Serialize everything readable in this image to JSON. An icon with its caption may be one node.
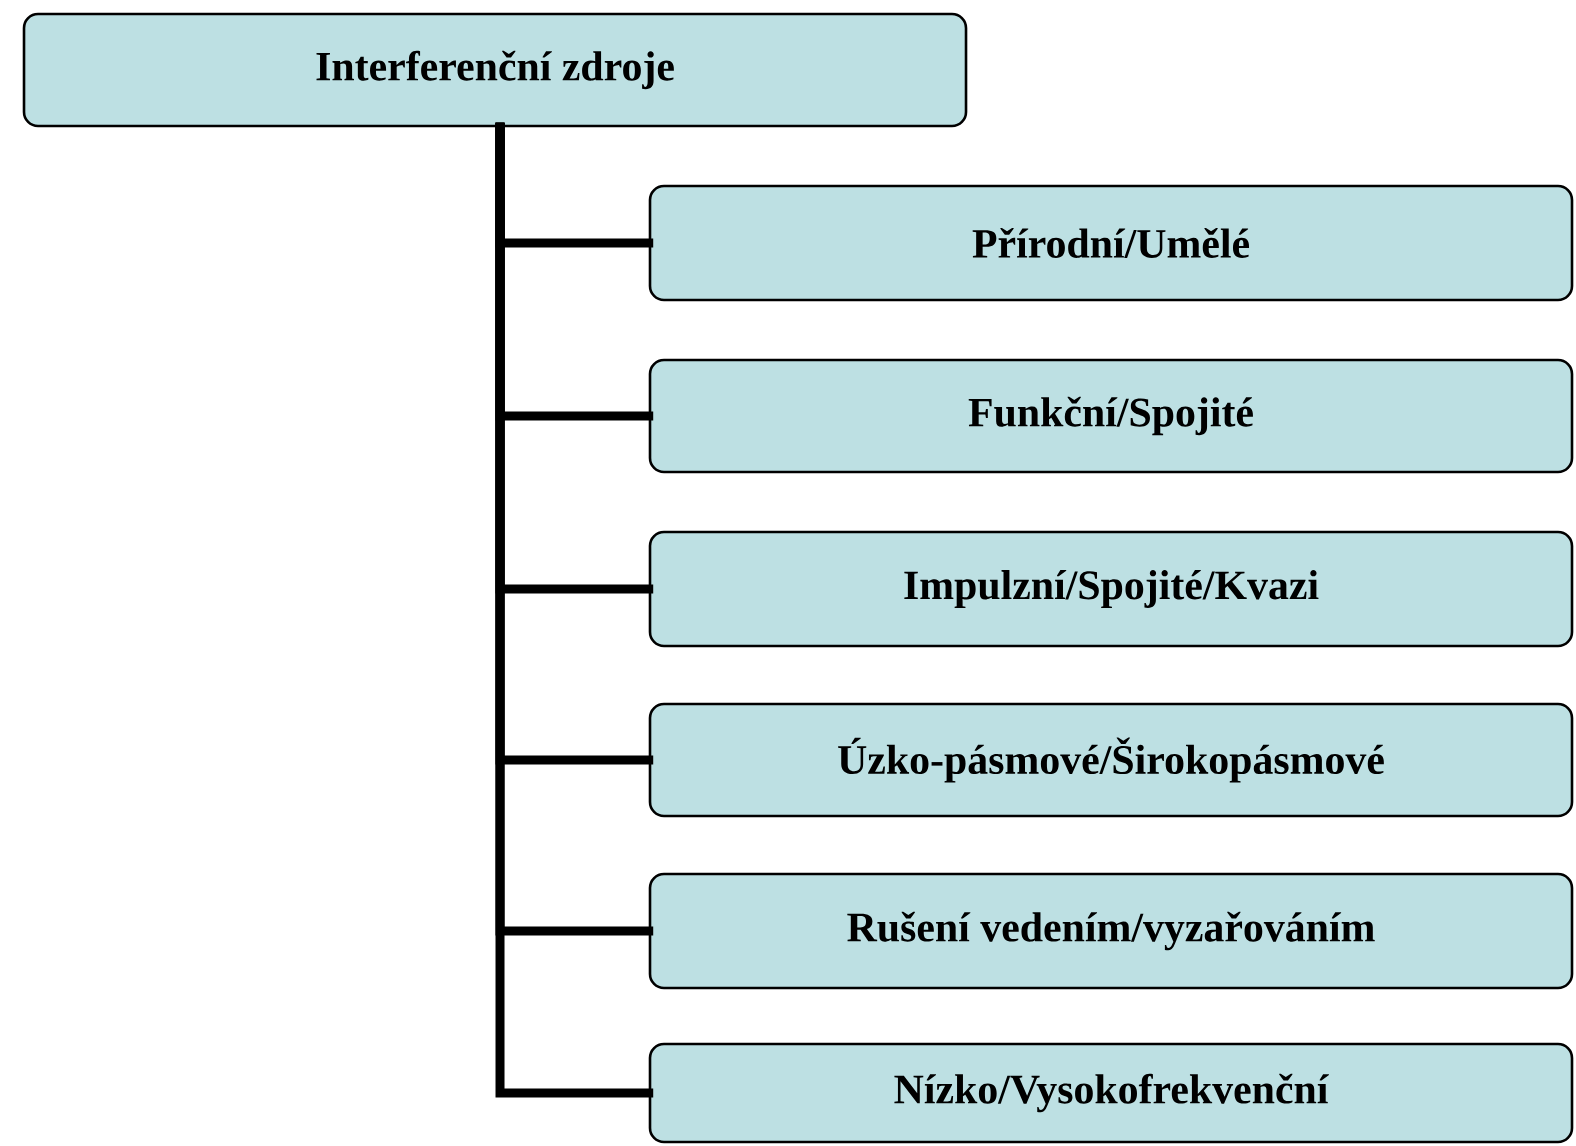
{
  "diagram": {
    "nodes": [
      {
        "text": [
          "Interferenční zdroje"
        ]
      },
      {
        "text": [
          "Přírodní/Umělé"
        ]
      },
      {
        "text": [
          "Funkční/Spojité"
        ]
      },
      {
        "text": [
          "Impulzní/Spojité/Kvazi"
        ]
      },
      {
        "text": [
          "Úzko-pásmové/Širokopásmové"
        ]
      },
      {
        "text": [
          "Rušení vedením/vyzařováním"
        ]
      },
      {
        "text": [
          "Nízko/Vysokofrekvenční"
        ]
      }
    ],
    "edges": [
      {
        "from": 0,
        "to": 1,
        "arrow": "none"
      },
      {
        "from": 0,
        "to": 2,
        "arrow": "none"
      },
      {
        "from": 0,
        "to": 3,
        "arrow": "none"
      },
      {
        "from": 0,
        "to": 4,
        "arrow": "none"
      },
      {
        "from": 0,
        "to": 5,
        "arrow": "none"
      },
      {
        "from": 0,
        "to": 6,
        "arrow": "none"
      }
    ]
  }
}
